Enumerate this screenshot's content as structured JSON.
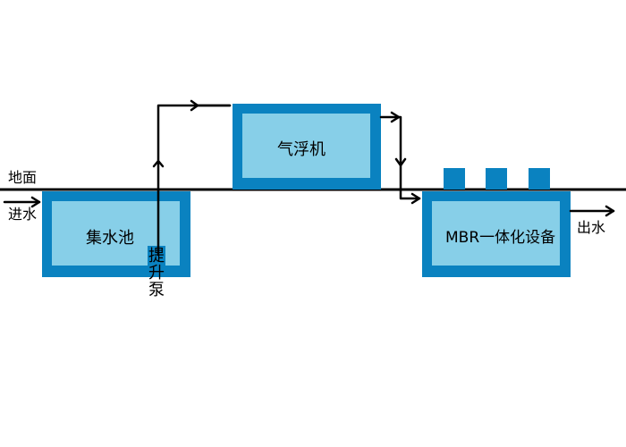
{
  "labels": {
    "ground": "地面",
    "water_in": "进水",
    "water_out": "出水",
    "collection_tank": "集水池",
    "lift_pump": "提升泵",
    "air_flotation": "气浮机",
    "mbr_unit": "MBR一体化设备"
  },
  "colors": {
    "tank_border": "#0a82c0",
    "tank_fill": "#87cfe8",
    "line": "#000000"
  }
}
